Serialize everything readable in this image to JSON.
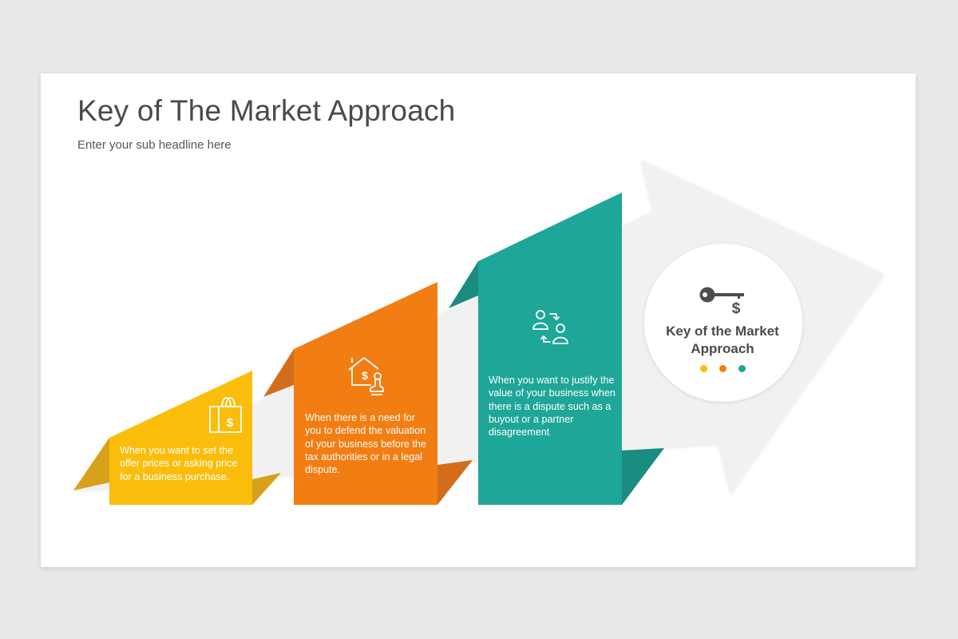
{
  "slide": {
    "title": "Key of The Market Approach",
    "subtitle": "Enter your sub headline here"
  },
  "steps": [
    {
      "id": "step-1",
      "icon": "shopping-bag-dollar-icon",
      "color": "#fbbd0b",
      "shade": "#d7a11b",
      "text": "When you want to set the offer prices or asking price for a business purchase."
    },
    {
      "id": "step-2",
      "icon": "house-dollar-stamp-icon",
      "color": "#f27d12",
      "shade": "#d46d1b",
      "text": "When there is a need for you to defend the valuation of your business before the tax authorities or in a legal dispute."
    },
    {
      "id": "step-3",
      "icon": "people-exchange-icon",
      "color": "#1ea699",
      "shade": "#1b8c82",
      "text": "When you want to justify the value of your business when there is a dispute such as a buyout or a partner disagreement"
    }
  ],
  "hub": {
    "icon": "key-dollar-icon",
    "title": "Key of the Market Approach",
    "dots": [
      "#fbbd0b",
      "#f27d12",
      "#1ea699"
    ]
  },
  "colors": {
    "arrow": "#f1f1f1",
    "title_text": "#4a4a4a",
    "background": "#e9e7e8"
  }
}
